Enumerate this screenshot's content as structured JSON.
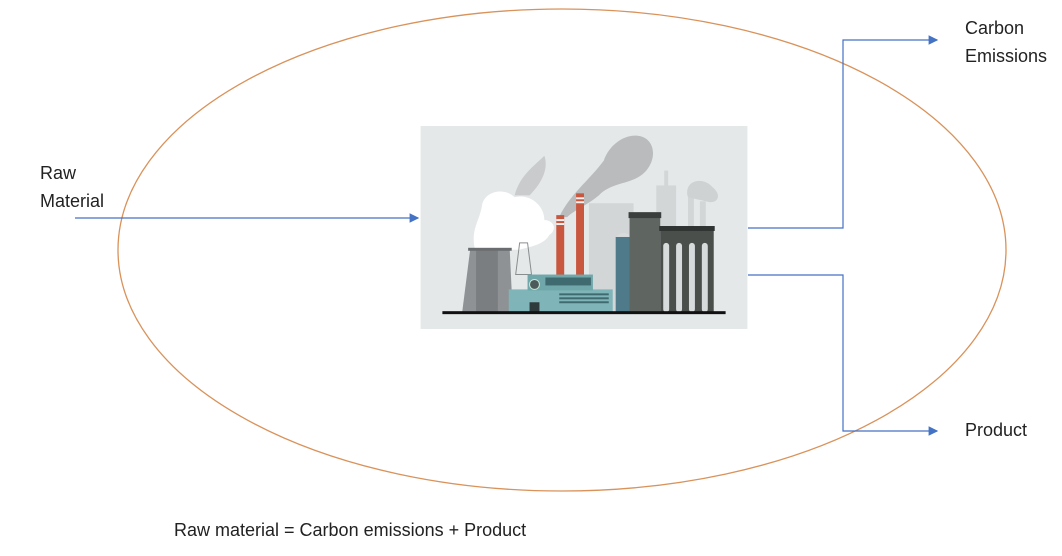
{
  "labels": {
    "input_line1": "Raw",
    "input_line2": "Material",
    "output_top_line1": "Carbon",
    "output_top_line2": "Emissions",
    "output_bottom": "Product",
    "equation": "Raw material = Carbon emissions + Product"
  },
  "colors": {
    "boundary_ellipse": "#d9925a",
    "arrows": "#4472c4"
  },
  "image": {
    "subject": "factory-illustration"
  }
}
